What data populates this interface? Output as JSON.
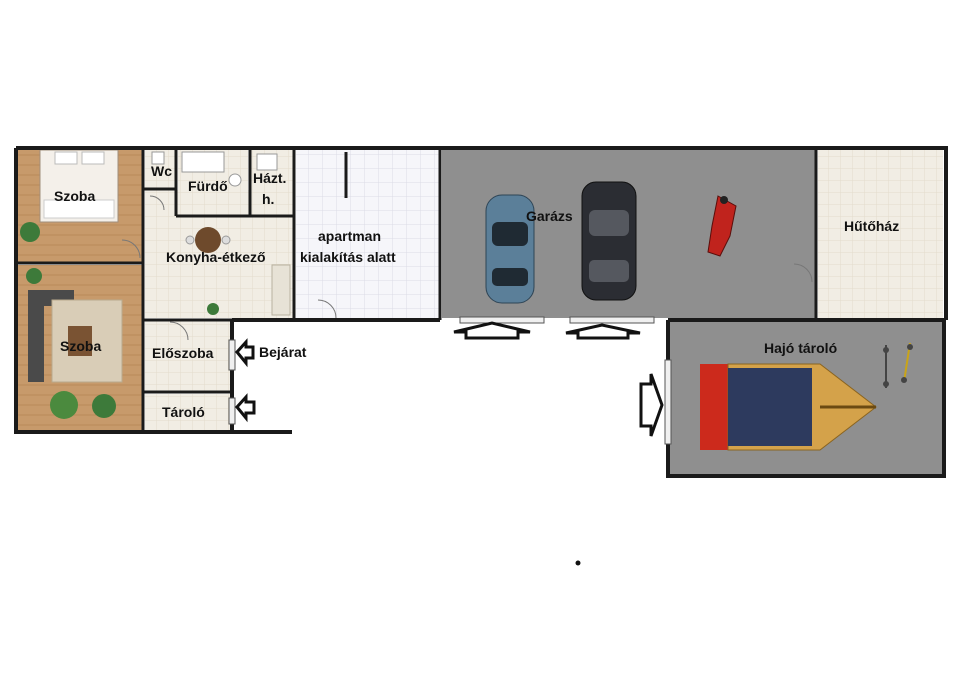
{
  "rooms": {
    "szoba_top": "Szoba",
    "wc": "Wc",
    "furdo": "Fürdő",
    "haztartasi_line1": "Házt.",
    "haztartasi_line2": "h.",
    "konyha": "Konyha-étkező",
    "apartman_line1": "apartman",
    "apartman_line2": "kialakítás alatt",
    "garazs": "Garázs",
    "hutohaz": "Hűtőház",
    "szoba_bottom": "Szoba",
    "eloszoba": "Előszoba",
    "bejarat": "Bejárat",
    "tarolo": "Tároló",
    "hajo_tarolo": "Hajó tároló"
  },
  "colors": {
    "wall": "#1a1a1a",
    "wood_floor": "#c79a6b",
    "tile_floor": "#f1ede4",
    "grey_floor": "#8f8f8f",
    "white_tile": "#f6f6fa",
    "car_blue": "#5b7f99",
    "car_black": "#2b2d33",
    "motorcycle_red": "#c0231d",
    "boat_hull": "#2d3a5e",
    "trailer_red": "#cc2a1c",
    "boat_hull_wood": "#d4a24a"
  }
}
